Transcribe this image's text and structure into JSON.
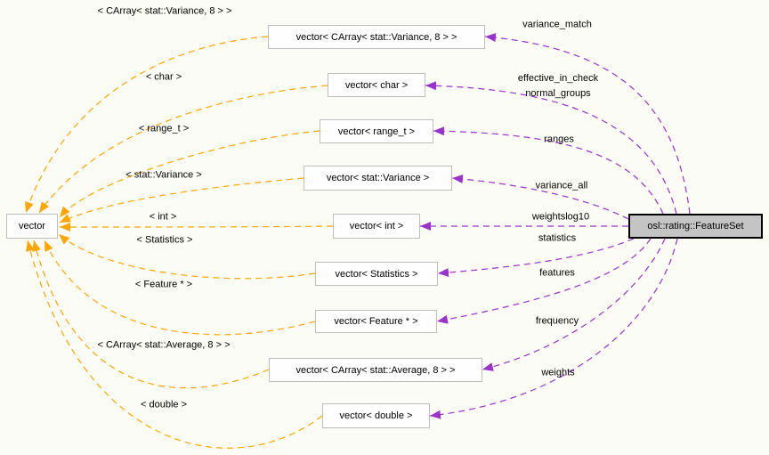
{
  "diagram": {
    "colors": {
      "background": "#fcfcf6",
      "template_edge": "#ffa500",
      "usage_edge": "#9a32cd",
      "node_background": "#fefefe",
      "node_border": "#bdbdbd",
      "main_node_background": "#c4c4c4",
      "main_node_border": "#000000",
      "text": "#000000"
    }
  },
  "nodes": {
    "vector": {
      "label": "vector"
    },
    "main": {
      "label": "osl::rating::FeatureSet"
    },
    "inst": [
      "vector< CArray< stat::Variance, 8 > >",
      "vector< char >",
      "vector< range_t >",
      "vector< stat::Variance >",
      "vector< int >",
      "vector< Statistics >",
      "vector< Feature * >",
      "vector< CArray< stat::Average, 8 > >",
      "vector< double >"
    ]
  },
  "edges": {
    "template_args": [
      "< CArray< stat::Variance, 8 > >",
      "< char >",
      "< range_t >",
      "< stat::Variance >",
      "< int >",
      "< Statistics >",
      "< Feature * >",
      "< CArray< stat::Average, 8 > >",
      "< double >"
    ],
    "members": [
      "variance_match",
      "effective_in_check\nnormal_groups",
      "ranges",
      "variance_all",
      "weightslog10",
      "statistics",
      "features",
      "frequency",
      "weights"
    ]
  }
}
